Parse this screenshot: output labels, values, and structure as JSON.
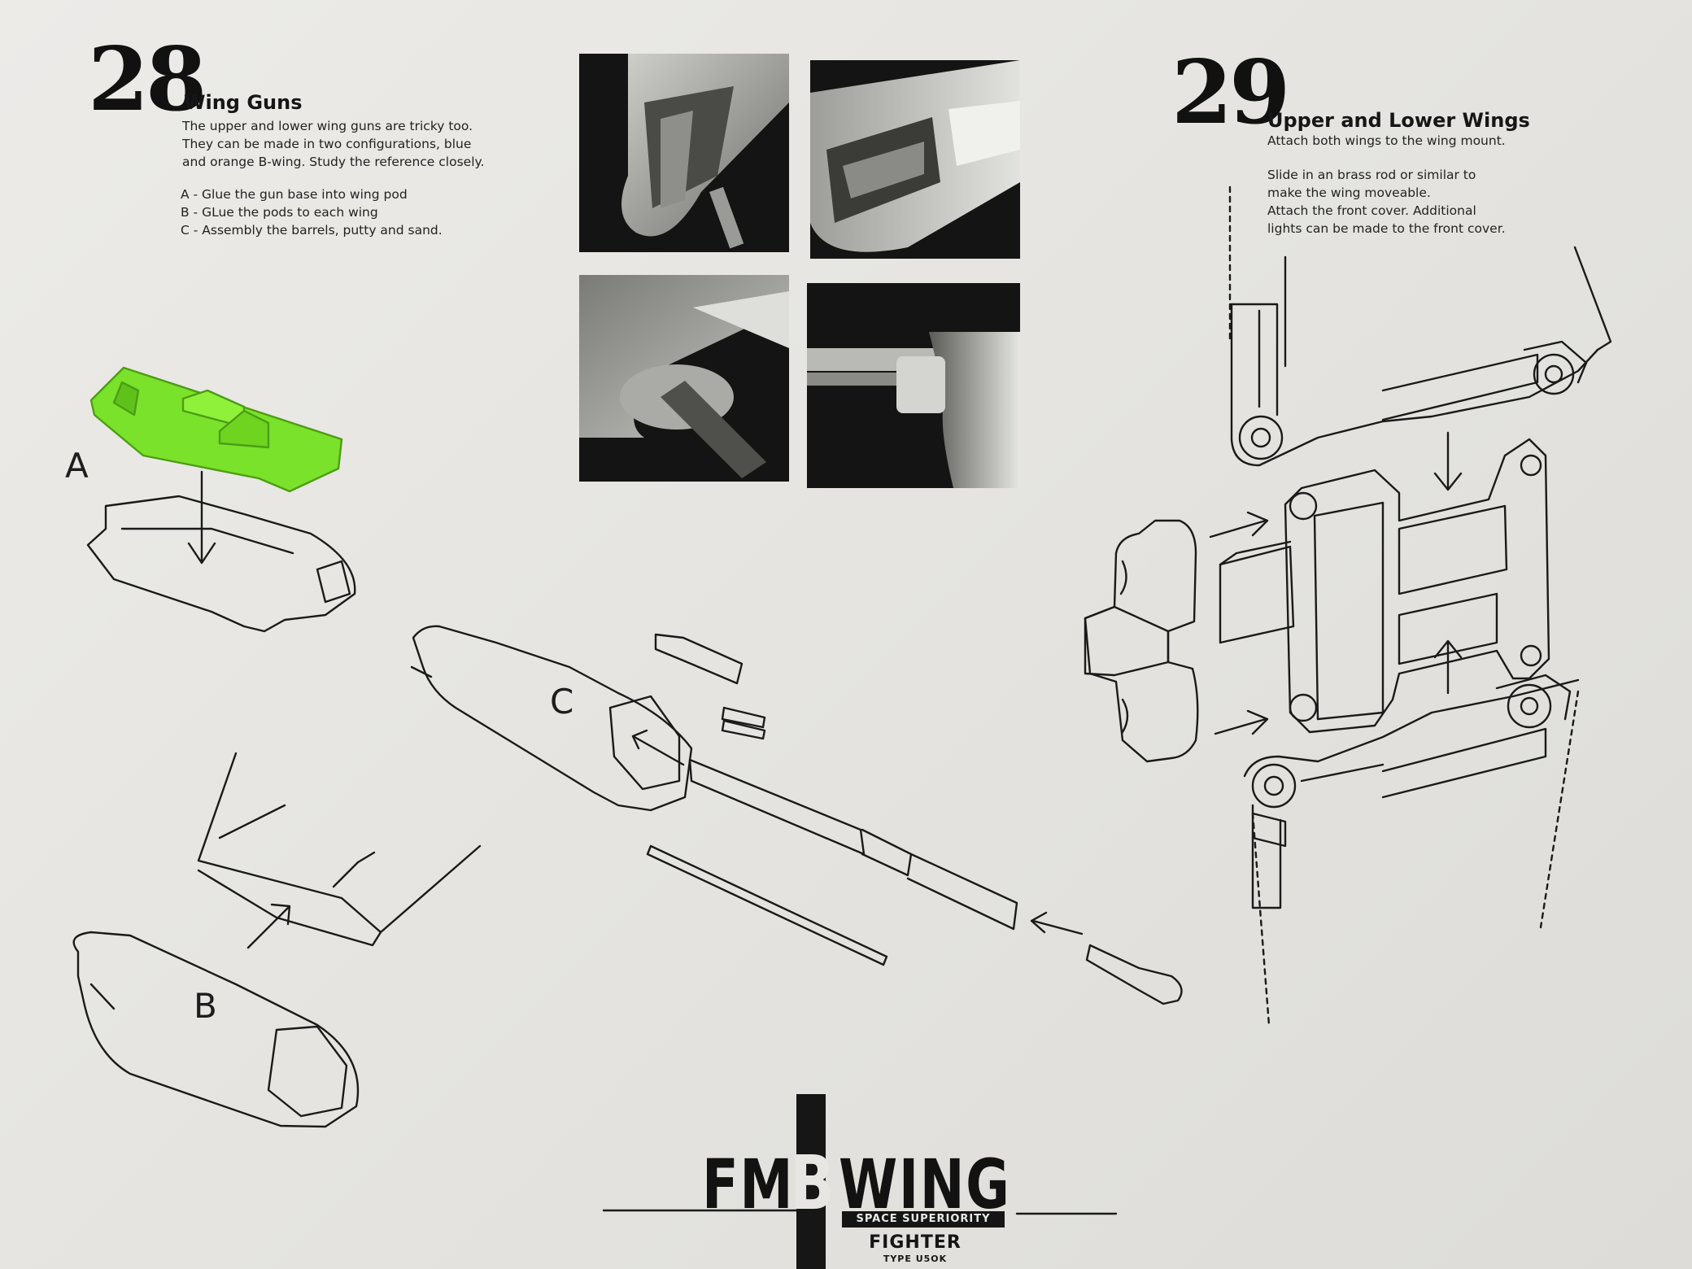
{
  "step28": {
    "number": "28",
    "title": "Wing Guns",
    "description": "The upper and lower wing guns are tricky too.\nThey can be made in two configurations, blue\nand orange B-wing. Study the reference closely.",
    "instructions": [
      "A - Glue the gun base into wing pod",
      "B - GLue the pods to each wing",
      "C - Assembly the barrels, putty and sand."
    ]
  },
  "step29": {
    "number": "29",
    "title": "Upper and Lower Wings",
    "description": "Attach both wings to the wing mount.",
    "instructions": [
      "Slide in an brass rod or similar to",
      "make the wing moveable.",
      "Attach the front cover. Additional",
      "lights can be made to the front cover."
    ]
  },
  "labels": {
    "a": "A",
    "b": "B",
    "c": "C"
  },
  "logo": {
    "left": "FM",
    "letter": "B",
    "right": "WING",
    "tagline": "SPACE SUPERIORITY",
    "fighter": "FIGHTER",
    "type": "TYPE U5OK"
  },
  "colors": {
    "highlight": "#7be22b",
    "ink": "#1a1a1a",
    "paper": "#e8e7e4"
  }
}
